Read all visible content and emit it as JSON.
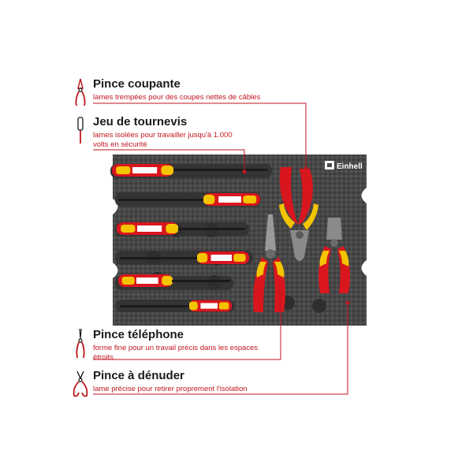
{
  "brand": {
    "name": "Einhell",
    "accent": "#c0171f",
    "yellow": "#f5c400",
    "tray": "#4a4a4a"
  },
  "callouts": [
    {
      "id": "pince-coupante",
      "icon": "cutting-pliers-icon",
      "title": "Pince coupante",
      "desc": [
        "lames trempées pour des coupes nettes de câbles"
      ]
    },
    {
      "id": "jeu-de-tournevis",
      "icon": "screwdriver-icon",
      "title": "Jeu de tournevis",
      "desc": [
        "lames isolées pour travailler jusqu'à 1.000",
        "volts en sécurité"
      ]
    },
    {
      "id": "pince-telephone",
      "icon": "needle-nose-pliers-icon",
      "title": "Pince téléphone",
      "desc": [
        "forme fine pour un travail précis dans les espaces",
        "étroits"
      ]
    },
    {
      "id": "pince-a-denuder",
      "icon": "wire-stripper-icon",
      "title": "Pince à dénuder",
      "desc": [
        "lame précise pour retirer proprement l'isolation"
      ]
    }
  ]
}
